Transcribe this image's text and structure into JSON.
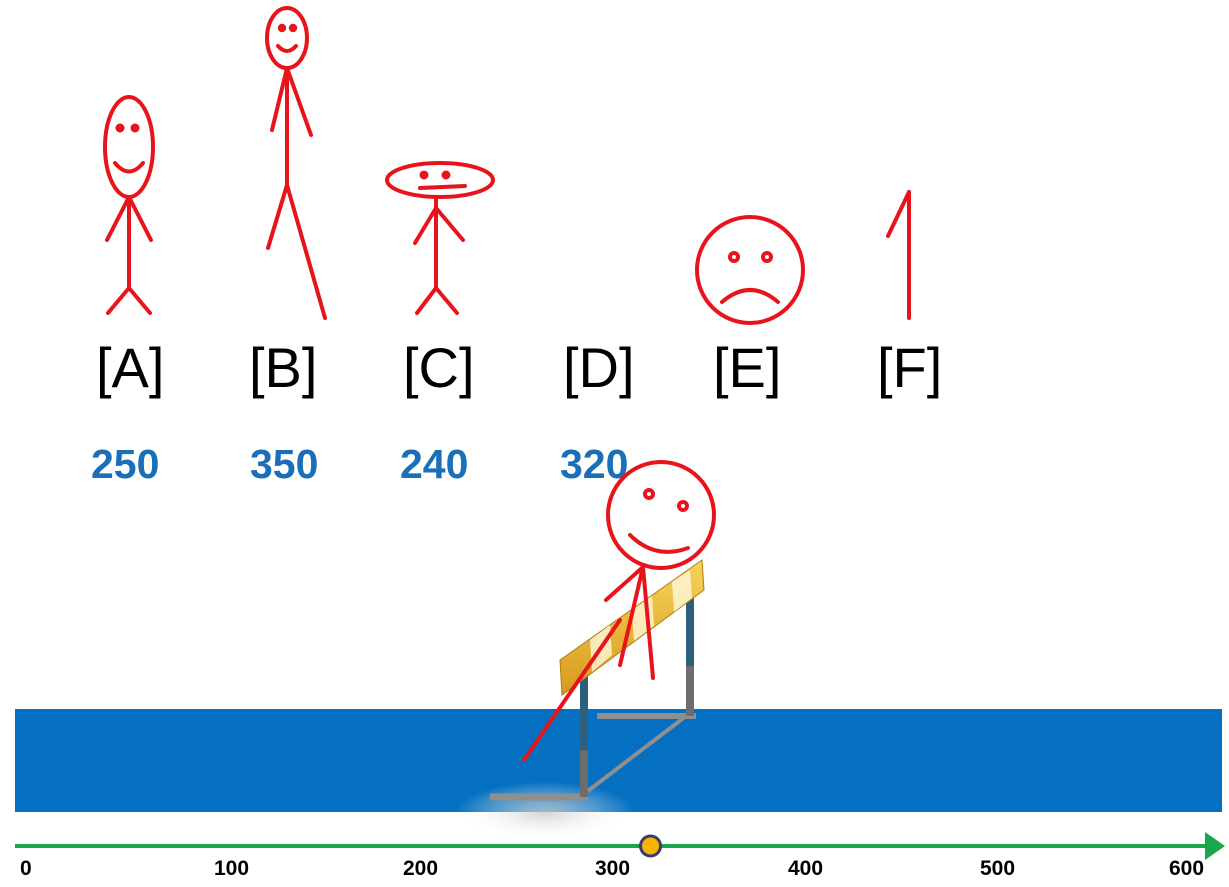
{
  "characters": [
    {
      "id": "A",
      "label": "[A]",
      "value": "250"
    },
    {
      "id": "B",
      "label": "[B]",
      "value": "350"
    },
    {
      "id": "C",
      "label": "[C]",
      "value": "240"
    },
    {
      "id": "D",
      "label": "[D]",
      "value": "320"
    },
    {
      "id": "E",
      "label": "[E]",
      "value": ""
    },
    {
      "id": "F",
      "label": "[F]",
      "value": ""
    }
  ],
  "axis": {
    "ticks": [
      "0",
      "100",
      "200",
      "300",
      "400",
      "500",
      "600"
    ],
    "marker_value": 320,
    "line_color": "#1aa64a",
    "marker_color": "#f5b400"
  },
  "track_color": "#0570c1",
  "figure_color": "#e8141b"
}
